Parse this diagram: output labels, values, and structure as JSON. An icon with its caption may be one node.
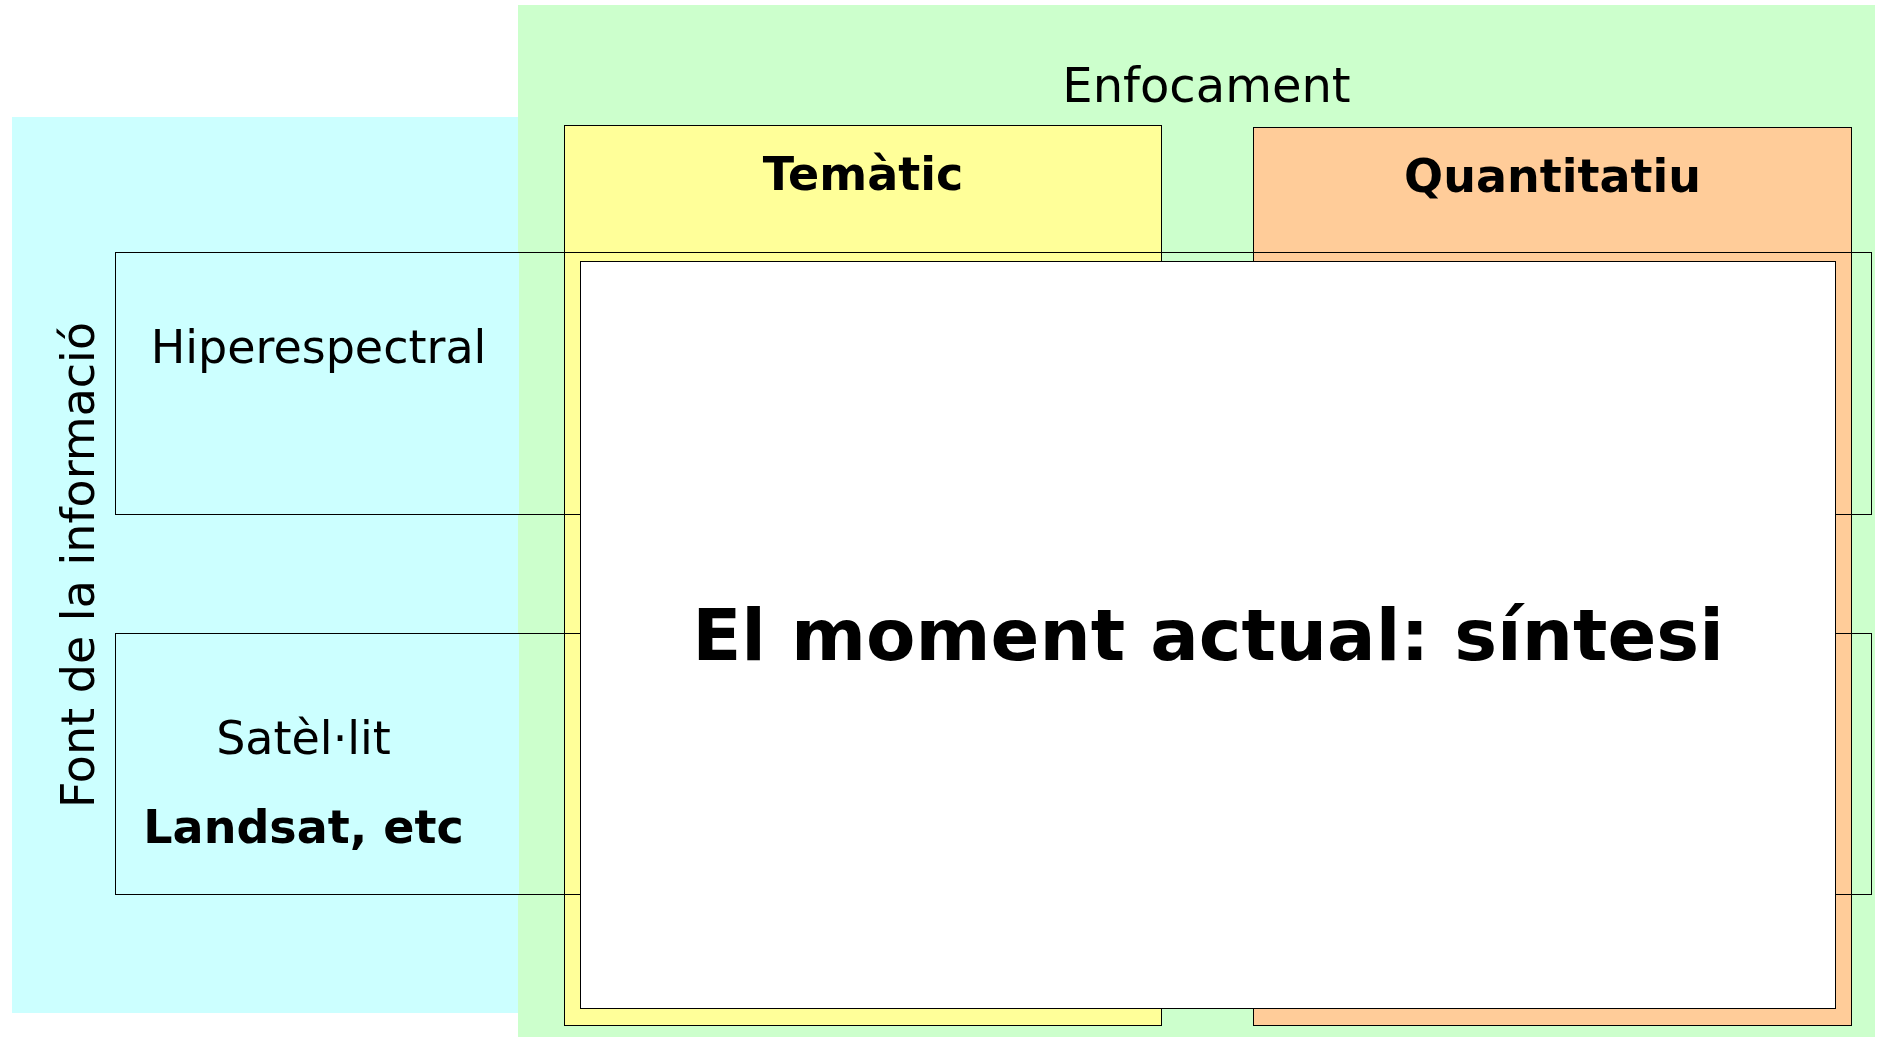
{
  "diagram": {
    "nodes": [
      {
        "text": [
          "Font de la informació"
        ]
      },
      {
        "text": [
          "Enfocament"
        ]
      },
      {
        "text": [
          "Temàtic"
        ],
        "in": 1
      },
      {
        "text": [
          "Quantitatiu"
        ],
        "in": 1
      },
      {
        "text": [
          "Hiperespectral"
        ]
      },
      {
        "text": [
          "Satèl·lit",
          "Landsat, etc"
        ]
      },
      {
        "text": [
          "El moment actual: síntesi"
        ],
        "in": 1
      }
    ]
  }
}
